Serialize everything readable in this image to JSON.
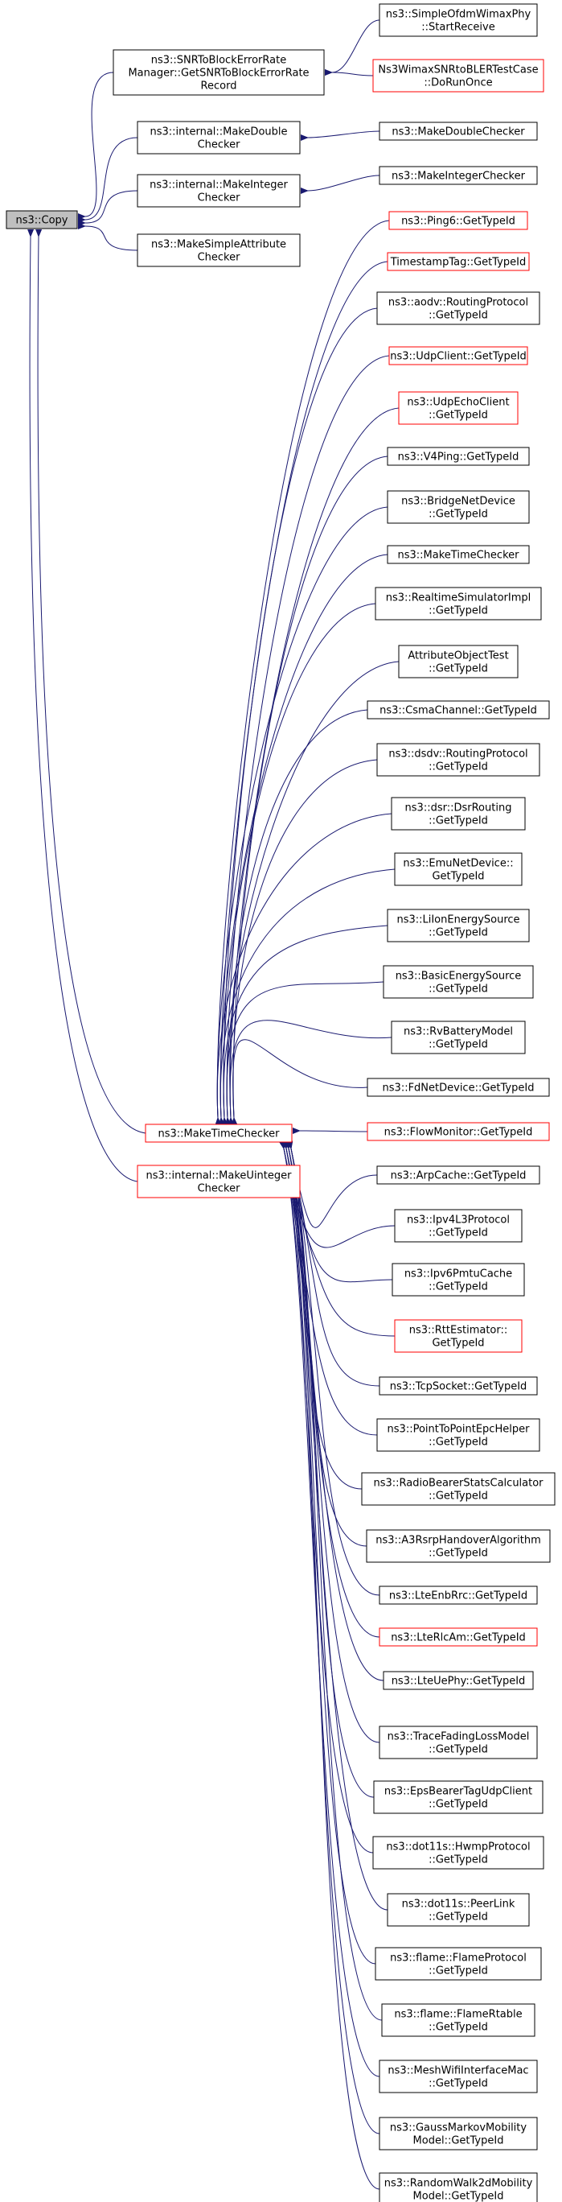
{
  "colors": {
    "edge": "#191970",
    "border_normal": "#000000",
    "border_truncated": "#ff0000",
    "root_fill": "#bfbfbf",
    "node_fill": "#ffffff"
  },
  "root": {
    "label": [
      "ns3::Copy"
    ]
  },
  "level1": [
    {
      "label": [
        "ns3::SNRToBlockErrorRate",
        "Manager::GetSNRToBlockErrorRate",
        "Record"
      ]
    },
    {
      "label": [
        "ns3::internal::MakeDouble",
        "Checker"
      ]
    },
    {
      "label": [
        "ns3::internal::MakeInteger",
        "Checker"
      ]
    },
    {
      "label": [
        "ns3::MakeSimpleAttribute",
        "Checker"
      ]
    },
    {
      "label": [
        "ns3::MakeTimeChecker"
      ],
      "truncated": true
    },
    {
      "label": [
        "ns3::internal::MakeUinteger",
        "Checker"
      ],
      "truncated": true
    }
  ],
  "level2_snr": [
    {
      "label": [
        "ns3::SimpleOfdmWimaxPhy",
        "::StartReceive"
      ]
    },
    {
      "label": [
        "Ns3WimaxSNRtoBLERTestCase",
        "::DoRunOnce"
      ],
      "truncated": true
    }
  ],
  "level2_double": [
    {
      "label": [
        "ns3::MakeDoubleChecker"
      ]
    }
  ],
  "level2_integer": [
    {
      "label": [
        "ns3::MakeIntegerChecker"
      ]
    }
  ],
  "level2_time": [
    {
      "label": [
        "ns3::Ping6::GetTypeId"
      ],
      "truncated": true
    },
    {
      "label": [
        "TimestampTag::GetTypeId"
      ],
      "truncated": true
    },
    {
      "label": [
        "ns3::aodv::RoutingProtocol",
        "::GetTypeId"
      ]
    },
    {
      "label": [
        "ns3::UdpClient::GetTypeId"
      ],
      "truncated": true
    },
    {
      "label": [
        "ns3::UdpEchoClient",
        "::GetTypeId"
      ],
      "truncated": true
    },
    {
      "label": [
        "ns3::V4Ping::GetTypeId"
      ]
    },
    {
      "label": [
        "ns3::BridgeNetDevice",
        "::GetTypeId"
      ]
    },
    {
      "label": [
        "ns3::MakeTimeChecker"
      ]
    },
    {
      "label": [
        "ns3::RealtimeSimulatorImpl",
        "::GetTypeId"
      ]
    },
    {
      "label": [
        "AttributeObjectTest",
        "::GetTypeId"
      ]
    },
    {
      "label": [
        "ns3::CsmaChannel::GetTypeId"
      ]
    },
    {
      "label": [
        "ns3::dsdv::RoutingProtocol",
        "::GetTypeId"
      ]
    },
    {
      "label": [
        "ns3::dsr::DsrRouting",
        "::GetTypeId"
      ]
    },
    {
      "label": [
        "ns3::EmuNetDevice::",
        "GetTypeId"
      ]
    },
    {
      "label": [
        "ns3::LiIonEnergySource",
        "::GetTypeId"
      ]
    },
    {
      "label": [
        "ns3::BasicEnergySource",
        "::GetTypeId"
      ]
    },
    {
      "label": [
        "ns3::RvBatteryModel",
        "::GetTypeId"
      ]
    },
    {
      "label": [
        "ns3::FdNetDevice::GetTypeId"
      ]
    },
    {
      "label": [
        "ns3::FlowMonitor::GetTypeId"
      ],
      "truncated": true
    },
    {
      "label": [
        "ns3::ArpCache::GetTypeId"
      ]
    },
    {
      "label": [
        "ns3::Ipv4L3Protocol",
        "::GetTypeId"
      ]
    },
    {
      "label": [
        "ns3::Ipv6PmtuCache",
        "::GetTypeId"
      ]
    },
    {
      "label": [
        "ns3::RttEstimator::",
        "GetTypeId"
      ],
      "truncated": true
    },
    {
      "label": [
        "ns3::TcpSocket::GetTypeId"
      ]
    },
    {
      "label": [
        "ns3::PointToPointEpcHelper",
        "::GetTypeId"
      ]
    },
    {
      "label": [
        "ns3::RadioBearerStatsCalculator",
        "::GetTypeId"
      ]
    },
    {
      "label": [
        "ns3::A3RsrpHandoverAlgorithm",
        "::GetTypeId"
      ]
    },
    {
      "label": [
        "ns3::LteEnbRrc::GetTypeId"
      ]
    },
    {
      "label": [
        "ns3::LteRlcAm::GetTypeId"
      ],
      "truncated": true
    },
    {
      "label": [
        "ns3::LteUePhy::GetTypeId"
      ]
    },
    {
      "label": [
        "ns3::TraceFadingLossModel",
        "::GetTypeId"
      ]
    },
    {
      "label": [
        "ns3::EpsBearerTagUdpClient",
        "::GetTypeId"
      ]
    },
    {
      "label": [
        "ns3::dot11s::HwmpProtocol",
        "::GetTypeId"
      ]
    },
    {
      "label": [
        "ns3::dot11s::PeerLink",
        "::GetTypeId"
      ]
    },
    {
      "label": [
        "ns3::flame::FlameProtocol",
        "::GetTypeId"
      ]
    },
    {
      "label": [
        "ns3::flame::FlameRtable",
        "::GetTypeId"
      ]
    },
    {
      "label": [
        "ns3::MeshWifiInterfaceMac",
        "::GetTypeId"
      ]
    },
    {
      "label": [
        "ns3::GaussMarkovMobility",
        "Model::GetTypeId"
      ]
    },
    {
      "label": [
        "ns3::RandomWalk2dMobility",
        "Model::GetTypeId"
      ]
    }
  ]
}
